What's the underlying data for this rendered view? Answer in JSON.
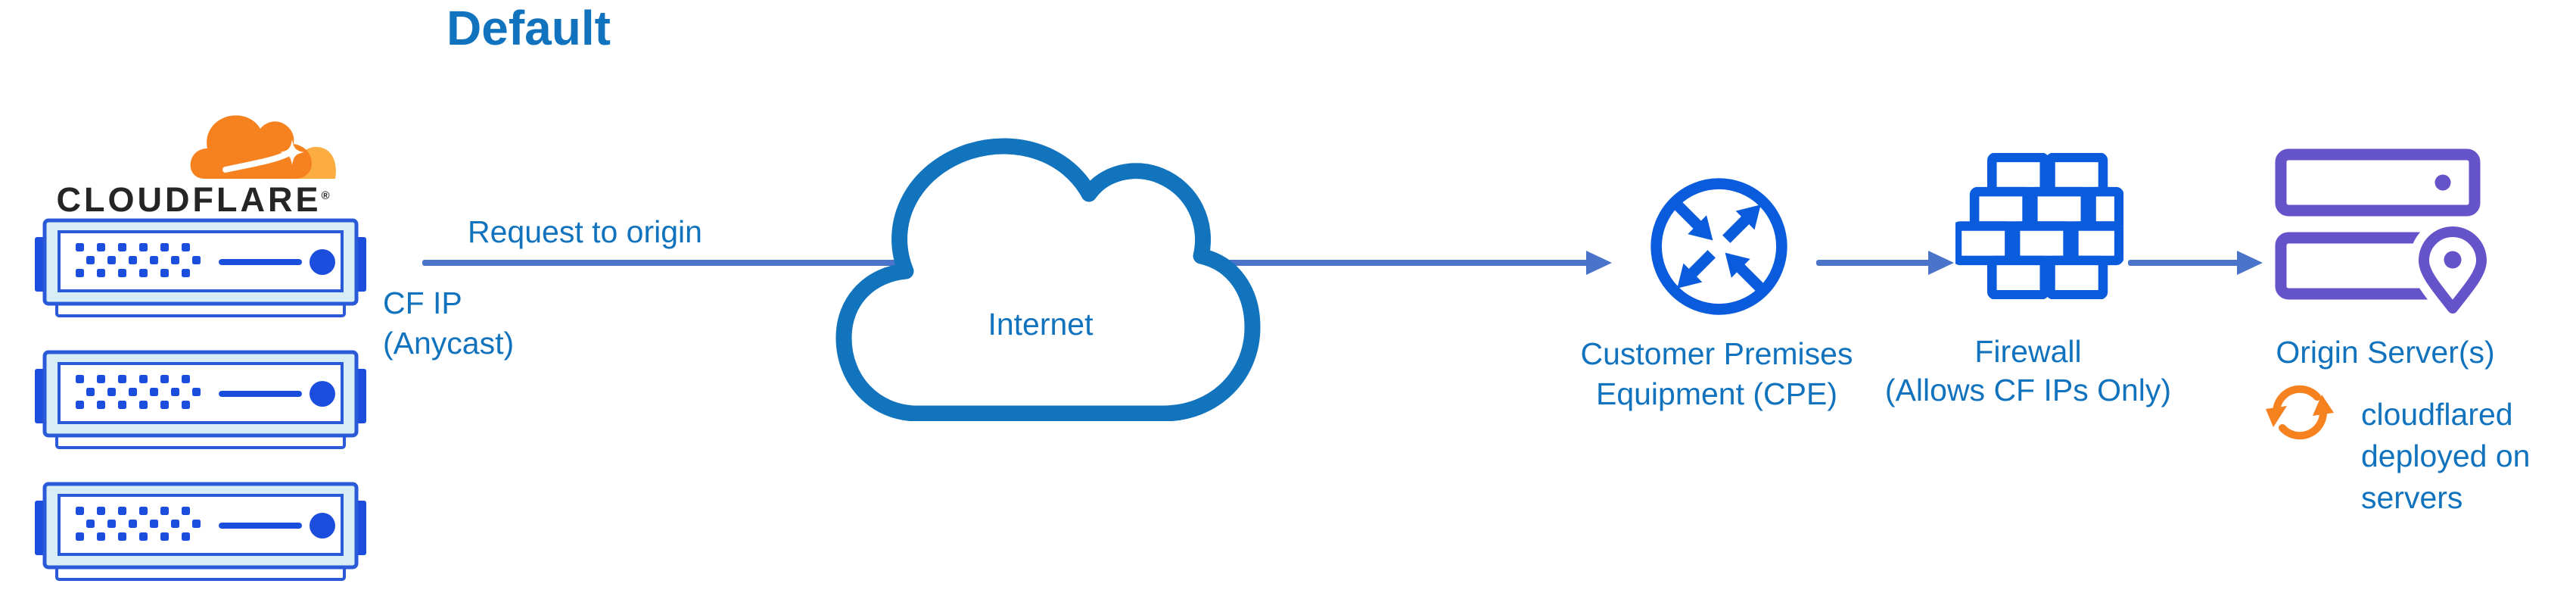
{
  "title": "Default",
  "colors": {
    "label_blue": "#1173BD",
    "arrow_blue": "#4A74C9",
    "icon_blue": "#0B5CDD",
    "server_frame_blue": "#2A5AD8",
    "server_accent_blue": "#1B4EDC",
    "server_pale_fill": "#D7EEF6",
    "origin_purple": "#6453C9",
    "cloudflare_orange": "#F6821F",
    "cloudflare_light_orange": "#FBAD41",
    "brand_text": "#252525"
  },
  "cloudflare": {
    "brand": "CLOUDFLARE",
    "registered_mark": "®",
    "server_count": "3"
  },
  "flow": {
    "request_label": "Request to origin",
    "ip_line1": "CF IP",
    "ip_line2": "(Anycast)"
  },
  "internet": {
    "label": "Internet"
  },
  "cpe": {
    "label_line1": "Customer Premises",
    "label_line2": "Equipment (CPE)"
  },
  "firewall": {
    "label_line1": "Firewall",
    "label_line2": "(Allows CF IPs Only)"
  },
  "origin": {
    "label": "Origin Server(s)",
    "note_line1": "cloudflared",
    "note_line2": "deployed on",
    "note_line3": "servers"
  }
}
